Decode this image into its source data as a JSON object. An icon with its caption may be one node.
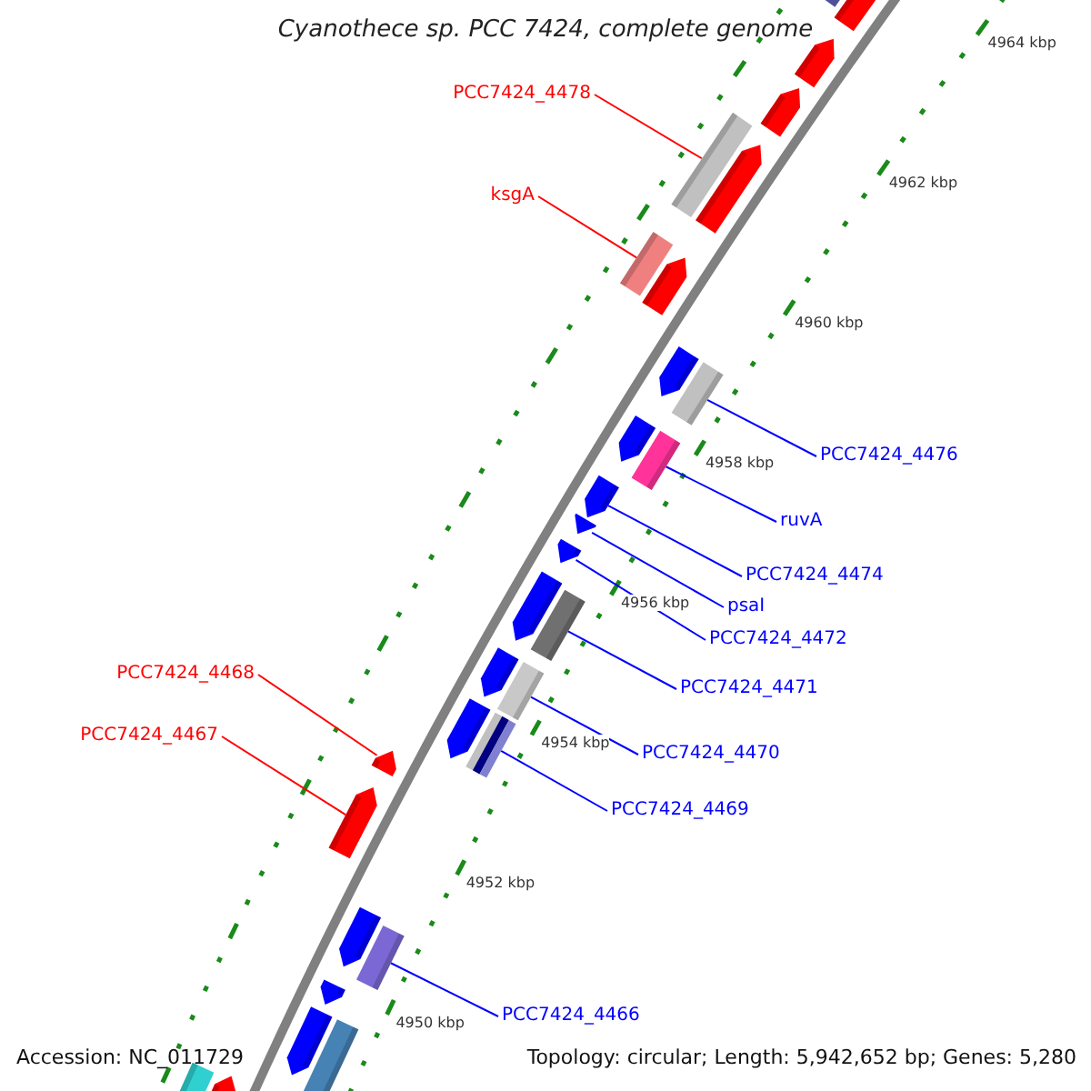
{
  "diagram": {
    "title": "Cyanothece sp. PCC 7424, complete genome",
    "nodes": [
      {
        "text": [
          "PCC7424_4478"
        ]
      },
      {
        "text": [
          "ksgA"
        ]
      },
      {
        "text": [
          "PCC7424_4476"
        ]
      },
      {
        "text": [
          "ruvA"
        ]
      },
      {
        "text": [
          "PCC7424_4474"
        ]
      },
      {
        "text": [
          "psaI"
        ]
      },
      {
        "text": [
          "PCC7424_4472"
        ]
      },
      {
        "text": [
          "PCC7424_4471"
        ]
      },
      {
        "text": [
          "PCC7424_4470"
        ]
      },
      {
        "text": [
          "PCC7424_4469"
        ]
      },
      {
        "text": [
          "PCC7424_4468"
        ]
      },
      {
        "text": [
          "PCC7424_4467"
        ]
      },
      {
        "text": [
          "PCC7424_4466"
        ]
      },
      {
        "text": [],
        "shape": "box"
      },
      {
        "text": [],
        "shape": "box"
      },
      {
        "text": [],
        "shape": "box"
      },
      {
        "text": [],
        "shape": "box"
      },
      {
        "text": [],
        "shape": "box"
      },
      {
        "text": [],
        "shape": "box"
      },
      {
        "text": [],
        "shape": "box"
      },
      {
        "text": [],
        "shape": "box"
      },
      {
        "text": [],
        "shape": "box"
      },
      {
        "text": [],
        "shape": "box"
      },
      {
        "text": [],
        "shape": "box"
      },
      {
        "text": [],
        "shape": "box"
      },
      {
        "text": [],
        "shape": "box"
      },
      {
        "text": [],
        "shape": "box"
      },
      {
        "text": [],
        "shape": "box"
      },
      {
        "text": [],
        "shape": "box"
      },
      {
        "text": [],
        "shape": "box"
      },
      {
        "text": [],
        "shape": "box"
      },
      {
        "text": [],
        "shape": "box"
      },
      {
        "text": [],
        "shape": "box"
      },
      {
        "text": [],
        "shape": "box"
      },
      {
        "text": [],
        "shape": "box"
      },
      {
        "text": [],
        "shape": "box"
      },
      {
        "text": [],
        "shape": "box"
      },
      {
        "text": [],
        "shape": "box"
      },
      {
        "text": [],
        "shape": "box"
      },
      {
        "text": [],
        "shape": "box"
      },
      {
        "text": [],
        "shape": "box"
      },
      {
        "text": [],
        "shape": "box"
      },
      {
        "text": [],
        "shape": "box"
      }
    ],
    "edges": [
      {
        "from": 0,
        "to": 17,
        "arrow": "none",
        "color": "#ff0000"
      },
      {
        "from": 1,
        "to": 19,
        "arrow": "none",
        "color": "#ff0000"
      },
      {
        "from": 2,
        "to": 22,
        "arrow": "none"
      },
      {
        "from": 3,
        "to": 24,
        "arrow": "none"
      },
      {
        "from": 4,
        "to": 25,
        "arrow": "none"
      },
      {
        "from": 5,
        "to": 26,
        "arrow": "none"
      },
      {
        "from": 6,
        "to": 27,
        "arrow": "none"
      },
      {
        "from": 7,
        "to": 29,
        "arrow": "none"
      },
      {
        "from": 8,
        "to": 31,
        "arrow": "none"
      },
      {
        "from": 9,
        "to": 33,
        "arrow": "none"
      },
      {
        "from": 10,
        "to": 34,
        "arrow": "none",
        "color": "#ff0000"
      },
      {
        "from": 11,
        "to": 35,
        "arrow": "none",
        "color": "#ff0000"
      },
      {
        "from": 12,
        "to": 37,
        "arrow": "none"
      }
    ],
    "labels": [
      "4964 kbp",
      "4962 kbp",
      "4960 kbp",
      "4958 kbp",
      "4956 kbp",
      "4954 kbp",
      "4952 kbp",
      "4950 kbp",
      "Accession: NC_011729",
      "Topology: circular; Length: 5,942,652 bp; Genes: 5,280"
    ]
  }
}
